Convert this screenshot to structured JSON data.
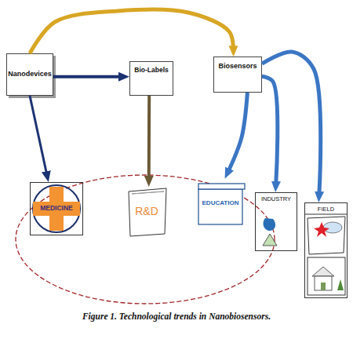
{
  "diagram": {
    "caption": "Figure 1. Technological trends in Nanobiosensors.",
    "nodes": [
      {
        "text": [
          "Nanodevices"
        ]
      },
      {
        "text": [
          "Bio-Labels"
        ]
      },
      {
        "text": [
          "Biosensors"
        ]
      },
      {
        "text": [
          "MEDICINE"
        ]
      },
      {
        "text": [
          "R&D"
        ]
      },
      {
        "text": [
          "EDUCATION"
        ]
      },
      {
        "text": [
          "INDUSTRY"
        ]
      },
      {
        "text": [
          "FIELD"
        ]
      }
    ],
    "edges": [
      {
        "from": 0,
        "to": 1,
        "arrow": "to"
      },
      {
        "from": 0,
        "to": 2,
        "arrow": "to"
      },
      {
        "from": 0,
        "to": 3,
        "arrow": "to"
      },
      {
        "from": 1,
        "to": 4,
        "arrow": "to"
      },
      {
        "from": 2,
        "to": 5,
        "arrow": "to"
      },
      {
        "from": 2,
        "to": 6,
        "arrow": "to"
      },
      {
        "from": 2,
        "to": 7,
        "arrow": "to"
      }
    ]
  }
}
